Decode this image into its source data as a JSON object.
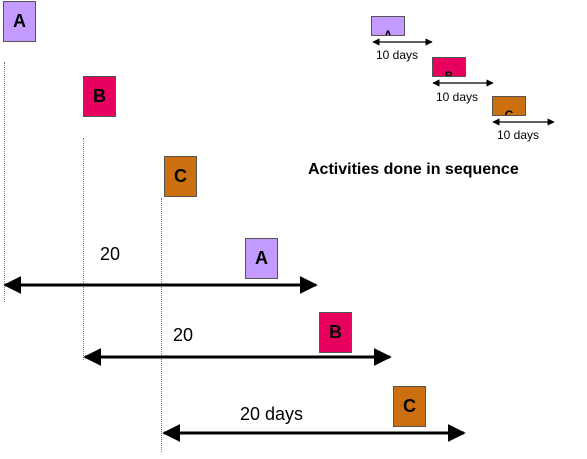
{
  "title": "Activities done in sequence",
  "colors": {
    "a": "#c39bff",
    "b": "#e8005f",
    "c": "#cc6f10",
    "arrow": "#000000"
  },
  "sequence": {
    "activities": [
      {
        "label": "A",
        "duration_label": "10 days"
      },
      {
        "label": "B",
        "duration_label": "10 days"
      },
      {
        "label": "C",
        "duration_label": "10 days"
      }
    ]
  },
  "parallel": {
    "start_activities": [
      {
        "label": "A"
      },
      {
        "label": "B"
      },
      {
        "label": "C"
      }
    ],
    "end_activities": [
      {
        "label": "A",
        "duration_label": "20"
      },
      {
        "label": "B",
        "duration_label": "20"
      },
      {
        "label": "C",
        "duration_label": "20 days"
      }
    ]
  }
}
